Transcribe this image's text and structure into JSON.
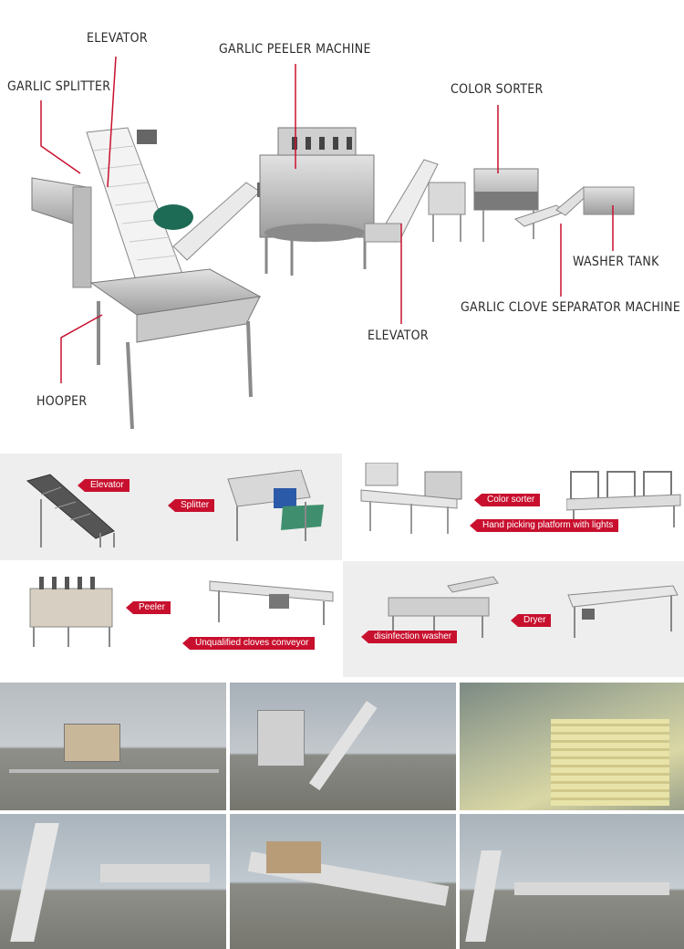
{
  "overview": {
    "labels": {
      "elevator_top": "ELEVATOR",
      "splitter": "GARLIC SPLITTER",
      "peeler": "GARLIC PEELER MACHINE",
      "color_sorter": "COLOR SORTER",
      "washer": "WASHER TANK",
      "separator": "GARLIC CLOVE SEPARATOR MACHINE",
      "elevator_mid": "ELEVATOR",
      "hopper": "HOOPER"
    }
  },
  "components": {
    "elevator": "Elevator",
    "splitter": "Splitter",
    "color_sorter": "Color sorter",
    "hand_picking": "Hand picking platform with lights",
    "peeler": "Peeler",
    "unqualified": "Unqualified cloves conveyor",
    "disinfection": "disinfection washer",
    "dryer": "Dryer"
  },
  "colors": {
    "tag": "#c8102e",
    "panel": "#eeeeee",
    "callout_line": "#c8102e"
  }
}
